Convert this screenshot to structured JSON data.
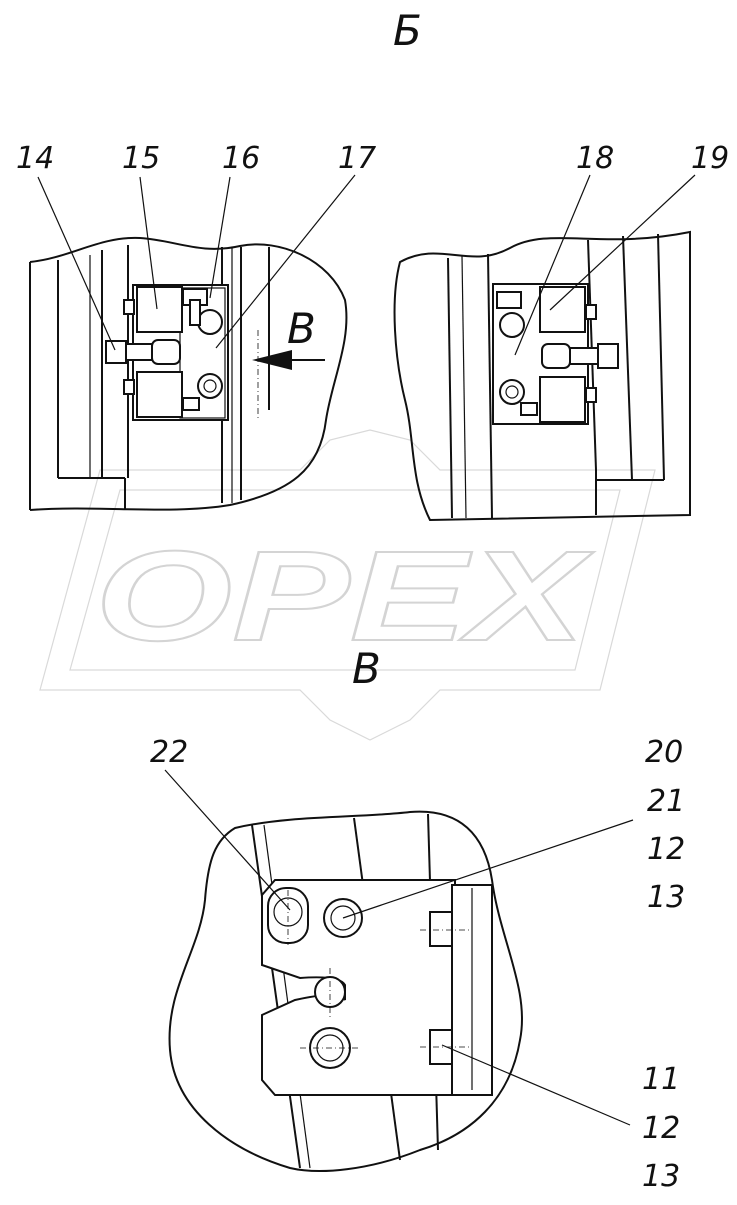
{
  "view_titles": {
    "view_b": "Б",
    "view_v": "В",
    "arrow_label": "В"
  },
  "watermark": {
    "text": "OPEX"
  },
  "callouts": {
    "c14": "14",
    "c15": "15",
    "c16": "16",
    "c17": "17",
    "c18": "18",
    "c19": "19",
    "c22": "22",
    "c20": "20",
    "c21": "21",
    "c12a": "12",
    "c13a": "13",
    "c11": "11",
    "c12b": "12",
    "c13b": "13"
  },
  "colors": {
    "line": "#111111",
    "watermark": "#d4d4d4",
    "background": "#ffffff"
  }
}
